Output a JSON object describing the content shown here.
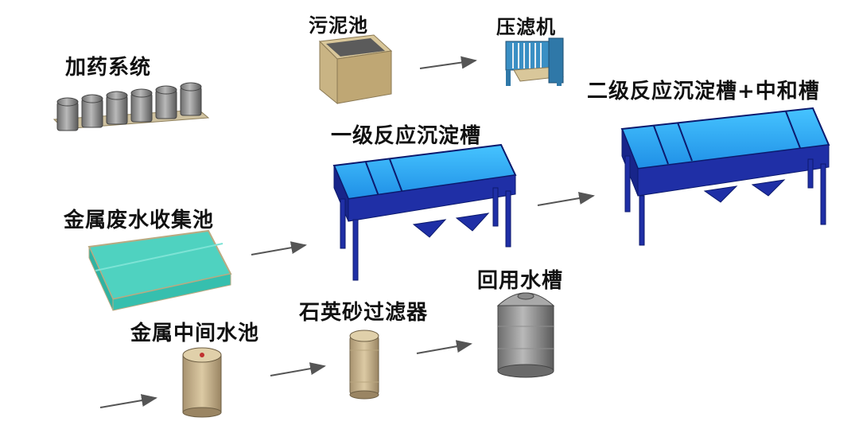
{
  "diagram": {
    "labels": {
      "dosing_system": "加药系统",
      "sludge_tank": "污泥池",
      "filter_press": "压滤机",
      "metal_wastewater_tank": "金属废水收集池",
      "primary_reaction_tank": "一级反应沉淀槽",
      "secondary_reaction_tank": "二级反应沉淀槽+中和槽",
      "metal_intermediate_tank": "金属中间水池",
      "quartz_sand_filter": "石英砂过滤器",
      "reuse_water_tank": "回用水槽"
    },
    "colors": {
      "tank_blue": "#1f2fa6",
      "water_teal": "#3cc8b8",
      "pipe_gray": "#555555"
    }
  }
}
